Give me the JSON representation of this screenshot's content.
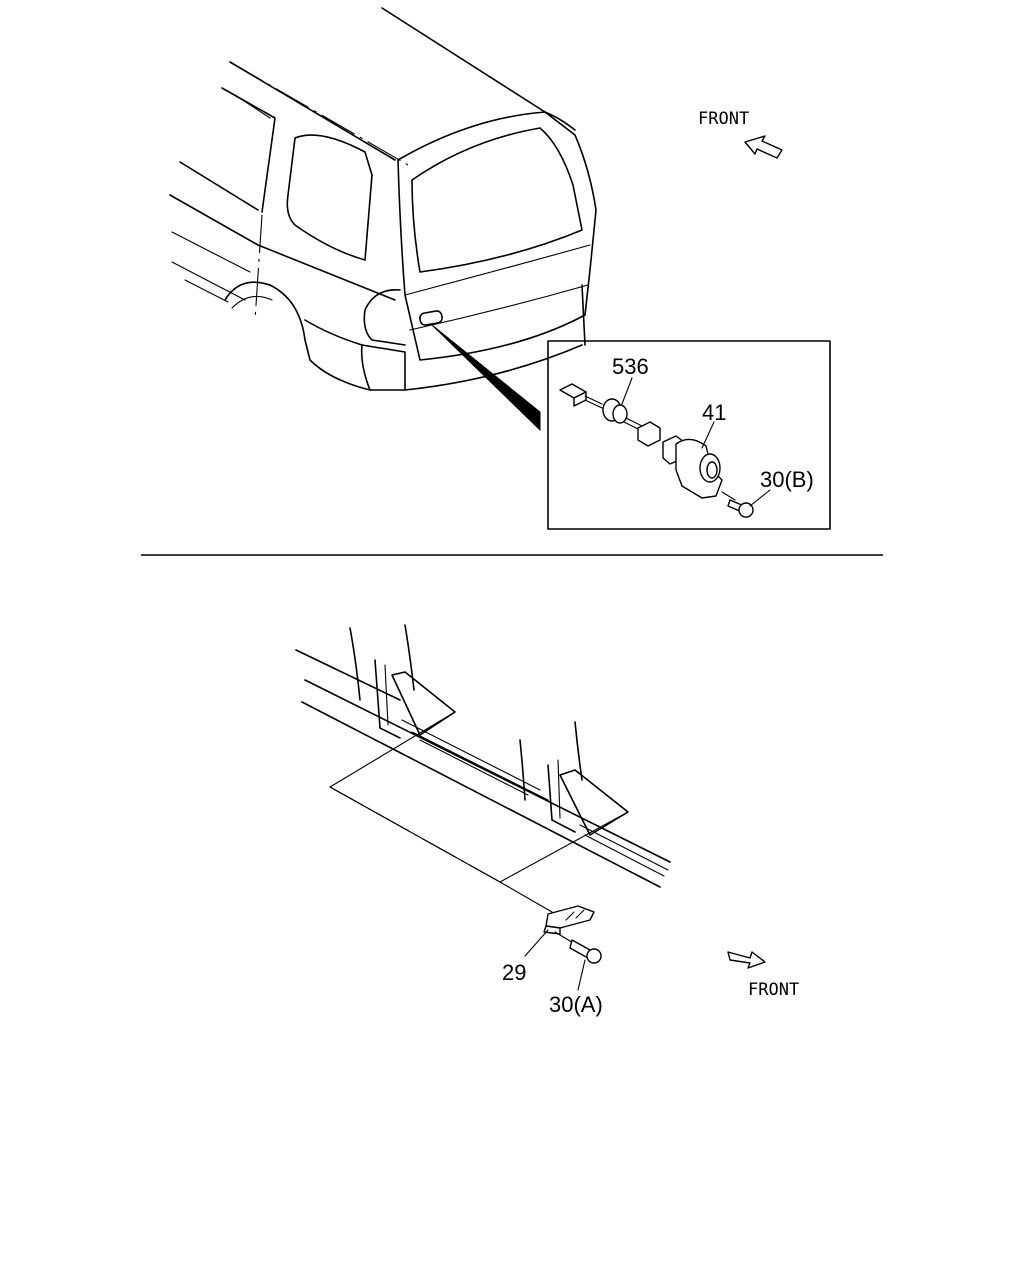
{
  "labels": {
    "front_top": "FRONT",
    "front_bottom": "FRONT",
    "part_536": "536",
    "part_41": "41",
    "part_30b": "30(B)",
    "part_29": "29",
    "part_30a": "30(A)"
  },
  "colors": {
    "ink": "#000000",
    "paper": "#ffffff"
  },
  "icons": {
    "front_top_arrow": "arrow-up-left-icon",
    "front_bottom_arrow": "arrow-down-right-icon"
  }
}
